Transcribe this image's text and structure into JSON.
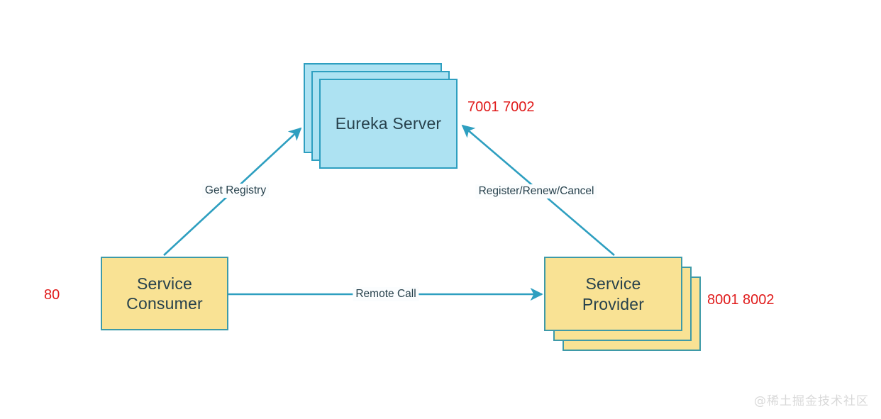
{
  "diagram": {
    "type": "architecture-flow",
    "background_color": "#ffffff",
    "accent_cyan": "#2e9fc0",
    "node_cyan_fill": "#ade2f2",
    "node_yellow_fill": "#f9e294",
    "label_text_color": "#27414c",
    "port_text_color": "#e01b1b",
    "nodes": [
      {
        "id": "eureka-server",
        "label": "Eureka Server",
        "fill": "#ade2f2",
        "stack_count": 3,
        "ports": "7001 7002"
      },
      {
        "id": "service-consumer",
        "label": "Service\nConsumer",
        "fill": "#f9e294",
        "stack_count": 1,
        "ports": "80"
      },
      {
        "id": "service-provider",
        "label": "Service\nProvider",
        "fill": "#f9e294",
        "stack_count": 3,
        "ports": "8001 8002"
      }
    ],
    "edges": [
      {
        "id": "get-registry",
        "label": "Get Registry",
        "from": "service-consumer",
        "to": "eureka-server"
      },
      {
        "id": "register-renew-cancel",
        "label": "Register/Renew/Cancel",
        "from": "service-provider",
        "to": "eureka-server"
      },
      {
        "id": "remote-call",
        "label": "Remote Call",
        "from": "service-consumer",
        "to": "service-provider"
      }
    ],
    "watermark": "@稀土掘金技术社区"
  }
}
